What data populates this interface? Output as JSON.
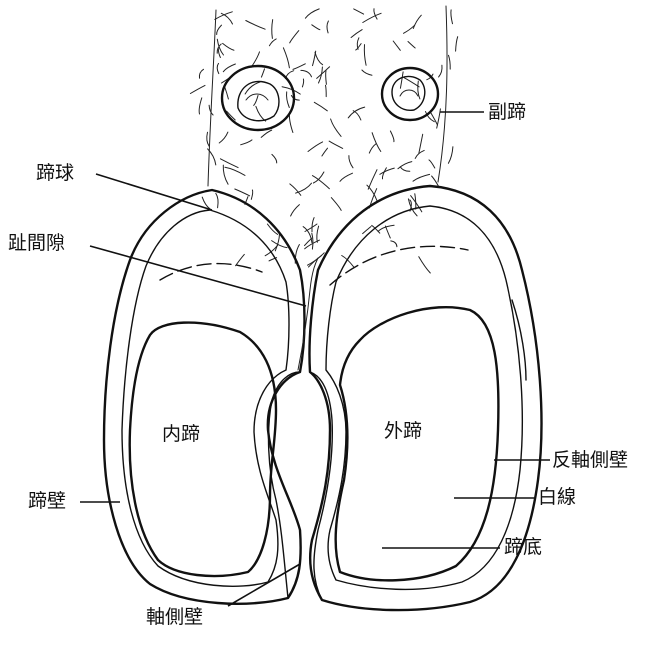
{
  "labels": {
    "accessory_digit": "副蹄",
    "bulb": "蹄球",
    "interdigital_space": "趾間隙",
    "medial_claw": "内蹄",
    "lateral_claw": "外蹄",
    "abaxial_wall": "反軸側壁",
    "white_line": "白線",
    "hoof_wall": "蹄壁",
    "sole": "蹄底",
    "axial_wall": "軸側壁"
  }
}
